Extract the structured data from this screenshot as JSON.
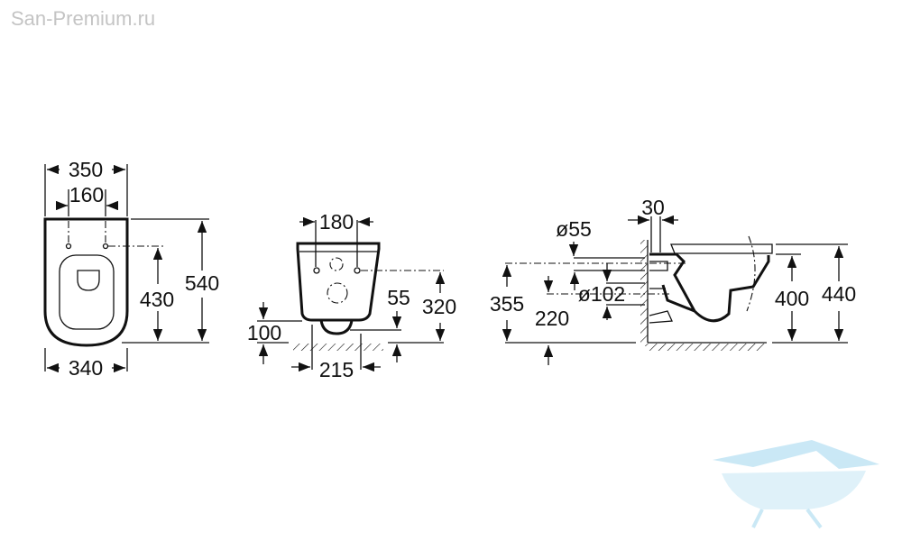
{
  "watermark": "San-Premium.ru",
  "logo_color": "#9fd6ee",
  "front_view": {
    "width_top": "350",
    "hole_spacing": "160",
    "width_bottom": "340",
    "hole_height": "430",
    "depth": "540"
  },
  "rear_view": {
    "fixing_spacing": "180",
    "outlet_offset": "55",
    "fixing_height": "320",
    "outlet_height": "100",
    "outlet_spacing": "215"
  },
  "side_view": {
    "wall_gap": "30",
    "inlet_diameter": "ø55",
    "outlet_diameter": "ø102",
    "inlet_height": "355",
    "outlet_height": "220",
    "rim_height": "400",
    "seat_height": "440"
  }
}
